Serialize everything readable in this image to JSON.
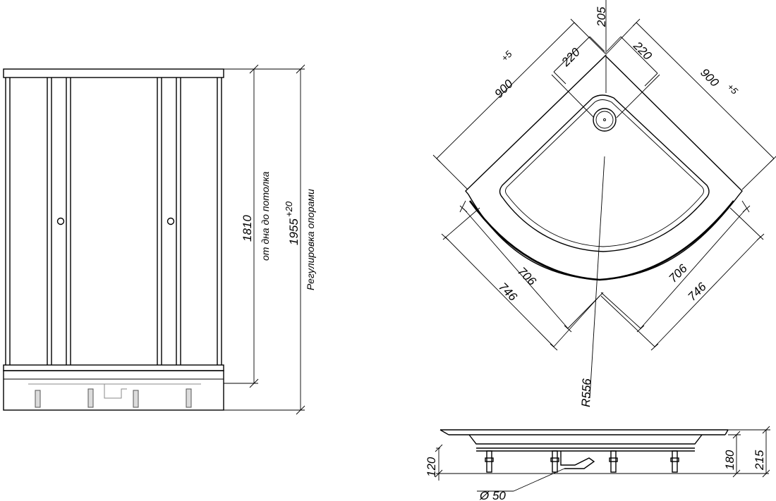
{
  "front_view": {
    "height_label": "1810",
    "height_note": "от дна до потолка",
    "total_label": "1955",
    "total_tolerance": "+20",
    "total_note": "Регулировка опорами"
  },
  "top_view": {
    "top_offset": "205",
    "left_drain_offset": "220",
    "right_drain_offset": "220",
    "left_side": "900",
    "left_side_tolerance": "+5",
    "right_side": "900",
    "right_side_tolerance": "+5",
    "left_inner": "706",
    "left_outer": "746",
    "right_inner": "706",
    "right_outer": "746",
    "radius": "R556"
  },
  "side_view": {
    "left_height": "120",
    "right_inner_height": "180",
    "right_outer_height": "215",
    "drain_diameter": "Ø 50"
  }
}
